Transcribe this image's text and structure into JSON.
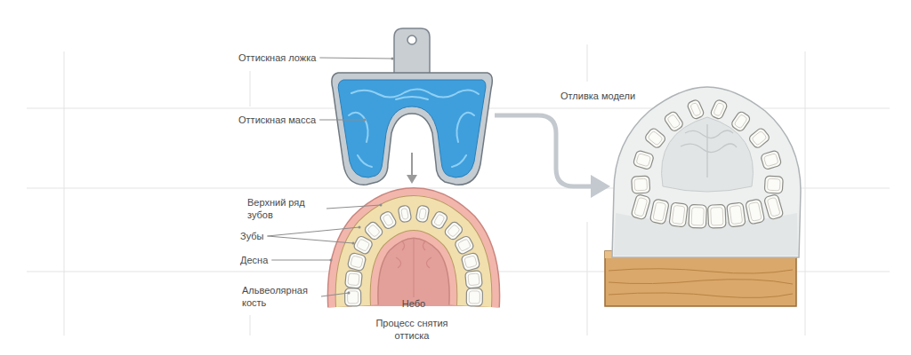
{
  "diagram": {
    "labels": [
      "Оттискная ложка",
      "Оттискная масса",
      "Отливка модели",
      "Верхний ряд зубов",
      "Зубы",
      "Десна",
      "Альвеолярная кость",
      "Небо",
      "Процесс снятия оттиска"
    ]
  }
}
